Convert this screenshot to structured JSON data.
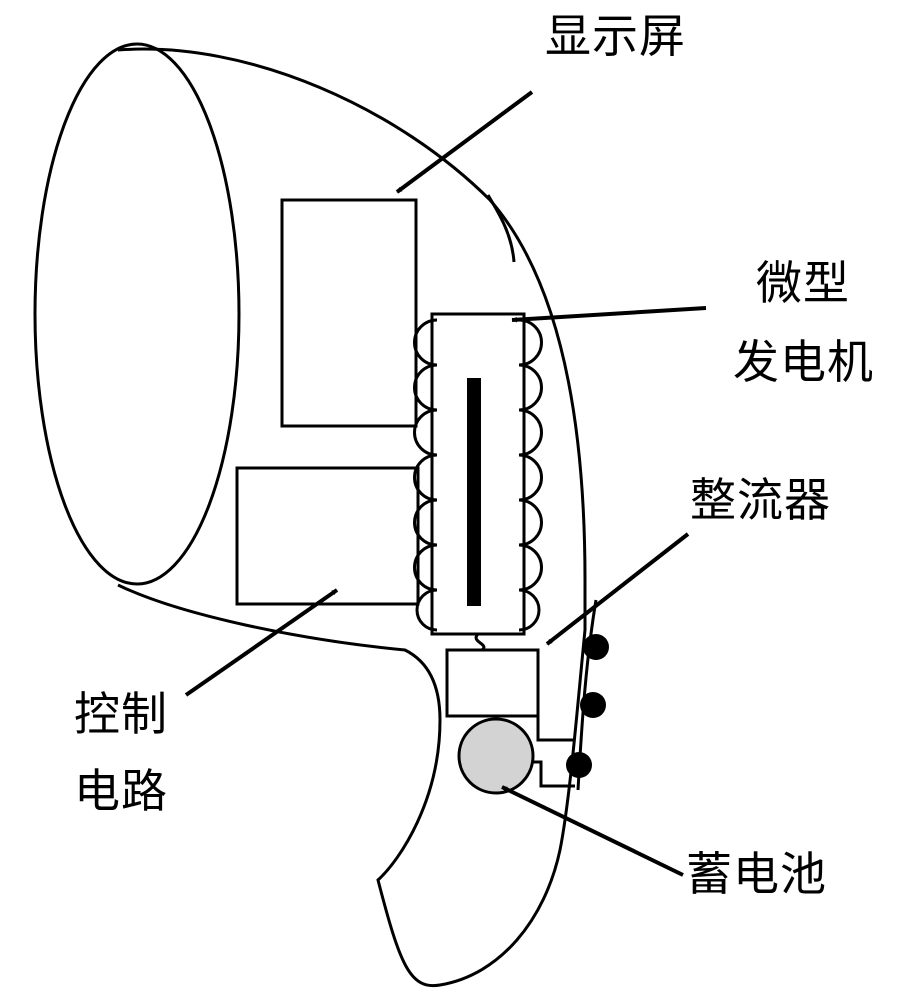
{
  "labels": {
    "display": "显示屏",
    "generator": [
      "微型",
      "发电机"
    ],
    "rectifier": "整流器",
    "control": [
      "控制",
      "电路"
    ],
    "battery": "蓄电池"
  },
  "colors": {
    "stroke": "#000000",
    "battery_fill": "#d3d3d3",
    "background": "#ffffff"
  }
}
